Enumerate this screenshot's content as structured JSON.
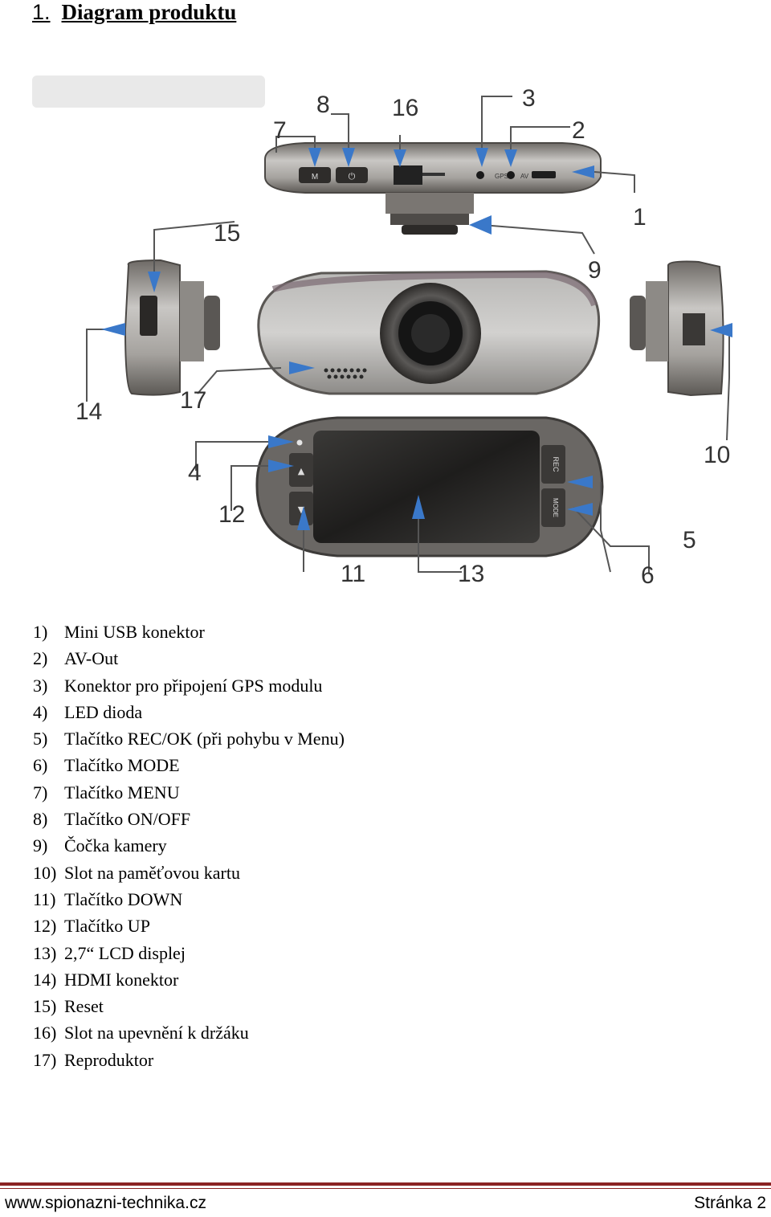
{
  "heading": {
    "number": "1.",
    "title": "Diagram produktu"
  },
  "diagram": {
    "callouts": [
      "1",
      "2",
      "3",
      "4",
      "5",
      "6",
      "7",
      "8",
      "9",
      "10",
      "11",
      "12",
      "13",
      "14",
      "15",
      "16",
      "17"
    ],
    "top_buttons": {
      "menu": "M",
      "power": "⏻"
    },
    "port_labels": {
      "gps": "GPS",
      "av": "AV"
    },
    "side_buttons": {
      "rec": "REC",
      "mode": "MODE"
    },
    "arrow_color": "#3a78c9"
  },
  "parts": [
    {
      "num": "1)",
      "label": "Mini USB konektor"
    },
    {
      "num": "2)",
      "label": "AV-Out"
    },
    {
      "num": "3)",
      "label": "Konektor pro připojení GPS modulu"
    },
    {
      "num": "4)",
      "label": "LED dioda"
    },
    {
      "num": "5)",
      "label": "Tlačítko REC/OK (při pohybu v Menu)"
    },
    {
      "num": "6)",
      "label": "Tlačítko MODE"
    },
    {
      "num": "7)",
      "label": "Tlačítko MENU"
    },
    {
      "num": "8)",
      "label": "Tlačítko ON/OFF"
    },
    {
      "num": "9)",
      "label": "Čočka kamery"
    },
    {
      "num": "10)",
      "label": "Slot na paměťovou kartu"
    },
    {
      "num": "11)",
      "label": "Tlačítko DOWN"
    },
    {
      "num": "12)",
      "label": "Tlačítko UP"
    },
    {
      "num": "13)",
      "label": "2,7“ LCD displej"
    },
    {
      "num": "14)",
      "label": "HDMI konektor"
    },
    {
      "num": "15)",
      "label": "Reset"
    },
    {
      "num": "16)",
      "label": "Slot na upevnění k držáku"
    },
    {
      "num": "17)",
      "label": "Reproduktor"
    }
  ],
  "footer": {
    "website": "www.spionazni-technika.cz",
    "page": "Stránka 2"
  }
}
